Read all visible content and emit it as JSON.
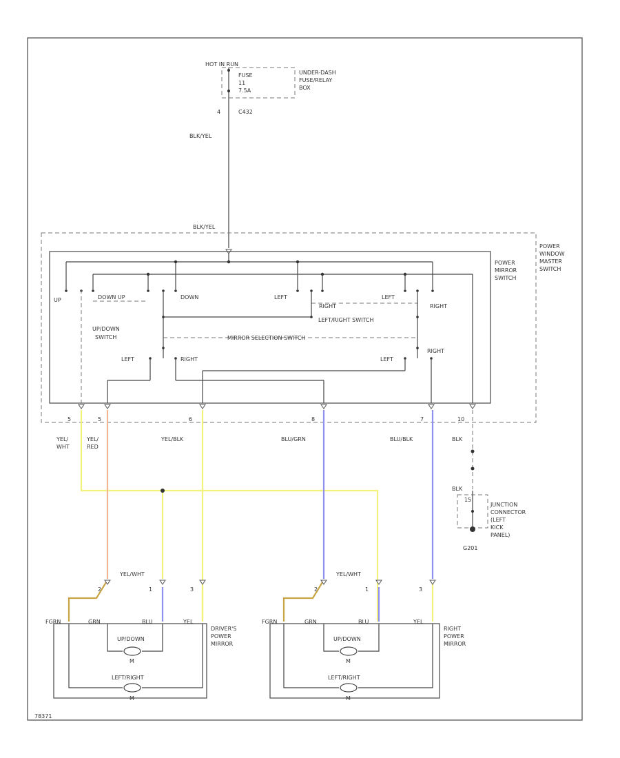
{
  "power": {
    "source": "HOT IN RUN",
    "fuse": [
      "FUSE",
      "11",
      "7.5A"
    ],
    "box": [
      "UNDER-DASH",
      "FUSE/RELAY",
      "BOX"
    ],
    "connector_pin": "4",
    "connector": "C432",
    "wire_top": "BLK/YEL",
    "wire_bottom": "BLK/YEL"
  },
  "power_window": {
    "master_label": [
      "POWER",
      "WINDOW",
      "MASTER",
      "SWITCH"
    ],
    "mirror_switch_label": [
      "POWER",
      "MIRROR",
      "SWITCH"
    ],
    "up_down_switch": [
      "UP/DOWN",
      "SWITCH"
    ],
    "left_right_switch": "LEFT/RIGHT SWITCH",
    "mirror_selector_switch": "MIRROR SELECTION SWITCH",
    "contacts": {
      "up": "UP",
      "down_up": "DOWN UP",
      "down": "DOWN",
      "left_top": "LEFT",
      "right_mid": "RIGHT",
      "left_mid": "LEFT",
      "right_end": "RIGHT",
      "left_sel": "LEFT",
      "right_sel": "RIGHT",
      "left_sel2": "LEFT",
      "right_sel2": "RIGHT"
    },
    "pins": [
      "5",
      "5",
      "6",
      "8",
      "7",
      "10"
    ]
  },
  "wires": {
    "yel_wht": [
      "YEL/",
      "WHT"
    ],
    "yel_red": [
      "YEL/",
      "RED"
    ],
    "yel_blk": "YEL/BLK",
    "blu_grn": "BLU/GRN",
    "blu_blk": "BLU/BLK",
    "blk_top": "BLK",
    "blk_bottom": "BLK"
  },
  "junction": {
    "connector_pin": "15",
    "label": [
      "JUNCTION",
      "CONNECTOR",
      "(LEFT",
      "KICK",
      "PANEL)"
    ],
    "ground": "G201"
  },
  "mirror_left": {
    "pin_2": "2",
    "wire": "YEL/WHT",
    "pin_1": "1",
    "pin_3": "3",
    "pins": [
      "FGRN",
      "GRN",
      "BLU",
      "YEL"
    ],
    "updown": "UP/DOWN",
    "leftright": "LEFT/RIGHT",
    "motor": "M",
    "label": [
      "DRIVER'S",
      "POWER",
      "MIRROR"
    ]
  },
  "mirror_right": {
    "pin_2": "2",
    "wire": "YEL/WHT",
    "pin_1": "1",
    "pin_3": "3",
    "pins": [
      "FGRN",
      "GRN",
      "BLU",
      "YEL"
    ],
    "updown": "UP/DOWN",
    "leftright": "LEFT/RIGHT",
    "motor": "M",
    "label": [
      "RIGHT",
      "POWER",
      "MIRROR"
    ]
  },
  "footer": "78371"
}
